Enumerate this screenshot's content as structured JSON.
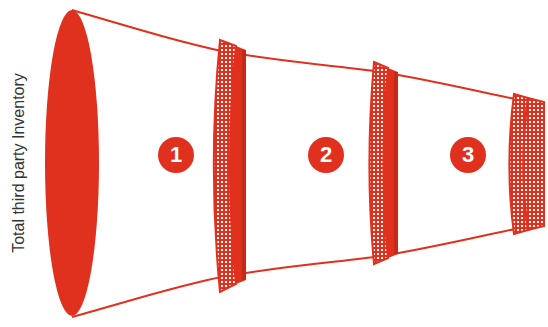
{
  "diagram": {
    "nodes": [
      {
        "text": [
          "1"
        ]
      },
      {
        "text": [
          "2"
        ]
      },
      {
        "text": [
          "3"
        ]
      }
    ],
    "labels": [
      "Total third party Inventory"
    ]
  }
}
